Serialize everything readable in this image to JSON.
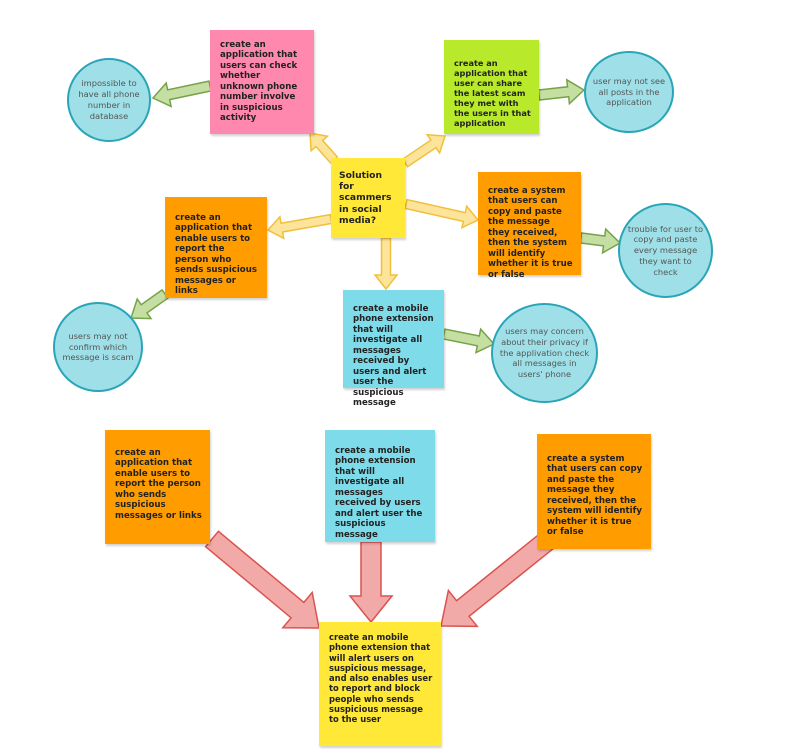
{
  "colors": {
    "pink": "#ff88ae",
    "lime": "#b8e92a",
    "yellow": "#ffe838",
    "orange": "#ff9d00",
    "cyan": "#7edbea",
    "circle_fill": "#9fe0e8",
    "circle_border": "#2aa5b8",
    "arrow_green_fill": "#c5dfa3",
    "arrow_green_stroke": "#77a24a",
    "arrow_yellow_fill": "#fde49b",
    "arrow_yellow_stroke": "#f1bf3a",
    "arrow_red_fill": "#f2aaa8",
    "arrow_red_stroke": "#d9534f"
  },
  "mindmap": {
    "center": "Solution for scammers in social media?",
    "ideas": {
      "check_number": "create an application that users can check whether unknown phone number involve in suspicious activity",
      "share_scam": "create an application that user can share the latest scam they met with the users in that application",
      "report_person": "create an application that enable users to report the person who sends suspicious messages or links",
      "copy_paste": "create a system that users can copy and paste the message they received, then the system will identify whether it is true or false",
      "phone_extension": "create a mobile phone extension that will investigate all messages received by users and alert user the suspicious message"
    },
    "concerns": {
      "phone_database": "impossible to have all phone number in database",
      "see_posts": "user may not see all posts in the application",
      "trouble_copy": "trouble for user to copy and paste every message they want to check",
      "confirm_scam": "users may not confirm which message is scam",
      "privacy": "users may concern about their privacy if the applivation check all messages in users' phone"
    }
  },
  "convergence": {
    "inputs": {
      "report": "create an application that enable users to report the person who sends suspicious messages or links",
      "extension": "create a mobile phone extension that will investigate all messages received by users and alert user the suspicious message",
      "copy_paste": "create a system that users can copy and paste the message they received, then the system will identify whether it is true or false"
    },
    "final": "create an mobile phone extension that will alert users on suspicious message, and also enables user to report and block people who sends suspicious message to the user"
  }
}
